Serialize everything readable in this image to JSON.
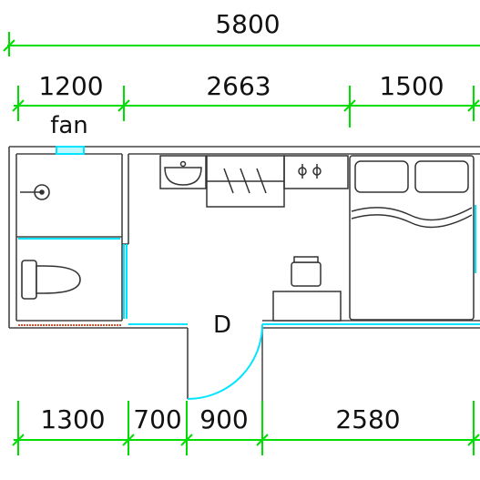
{
  "plan": {
    "overall_dimension": "5800",
    "top_dimensions": [
      "1200",
      "2663",
      "1500"
    ],
    "bottom_dimensions": [
      "1300",
      "700",
      "900",
      "2580"
    ],
    "room_labels": {
      "fan": "fan",
      "door": "D"
    }
  },
  "colors": {
    "dimension_line": "#00dd00",
    "window": "#00e5ff",
    "wall": "#444444"
  },
  "icons": [
    "shower-icon",
    "toilet-icon",
    "sink-icon",
    "wardrobe-icon",
    "stove-icon",
    "chair-icon",
    "desk-icon",
    "bed-icon",
    "door-swing-icon"
  ]
}
